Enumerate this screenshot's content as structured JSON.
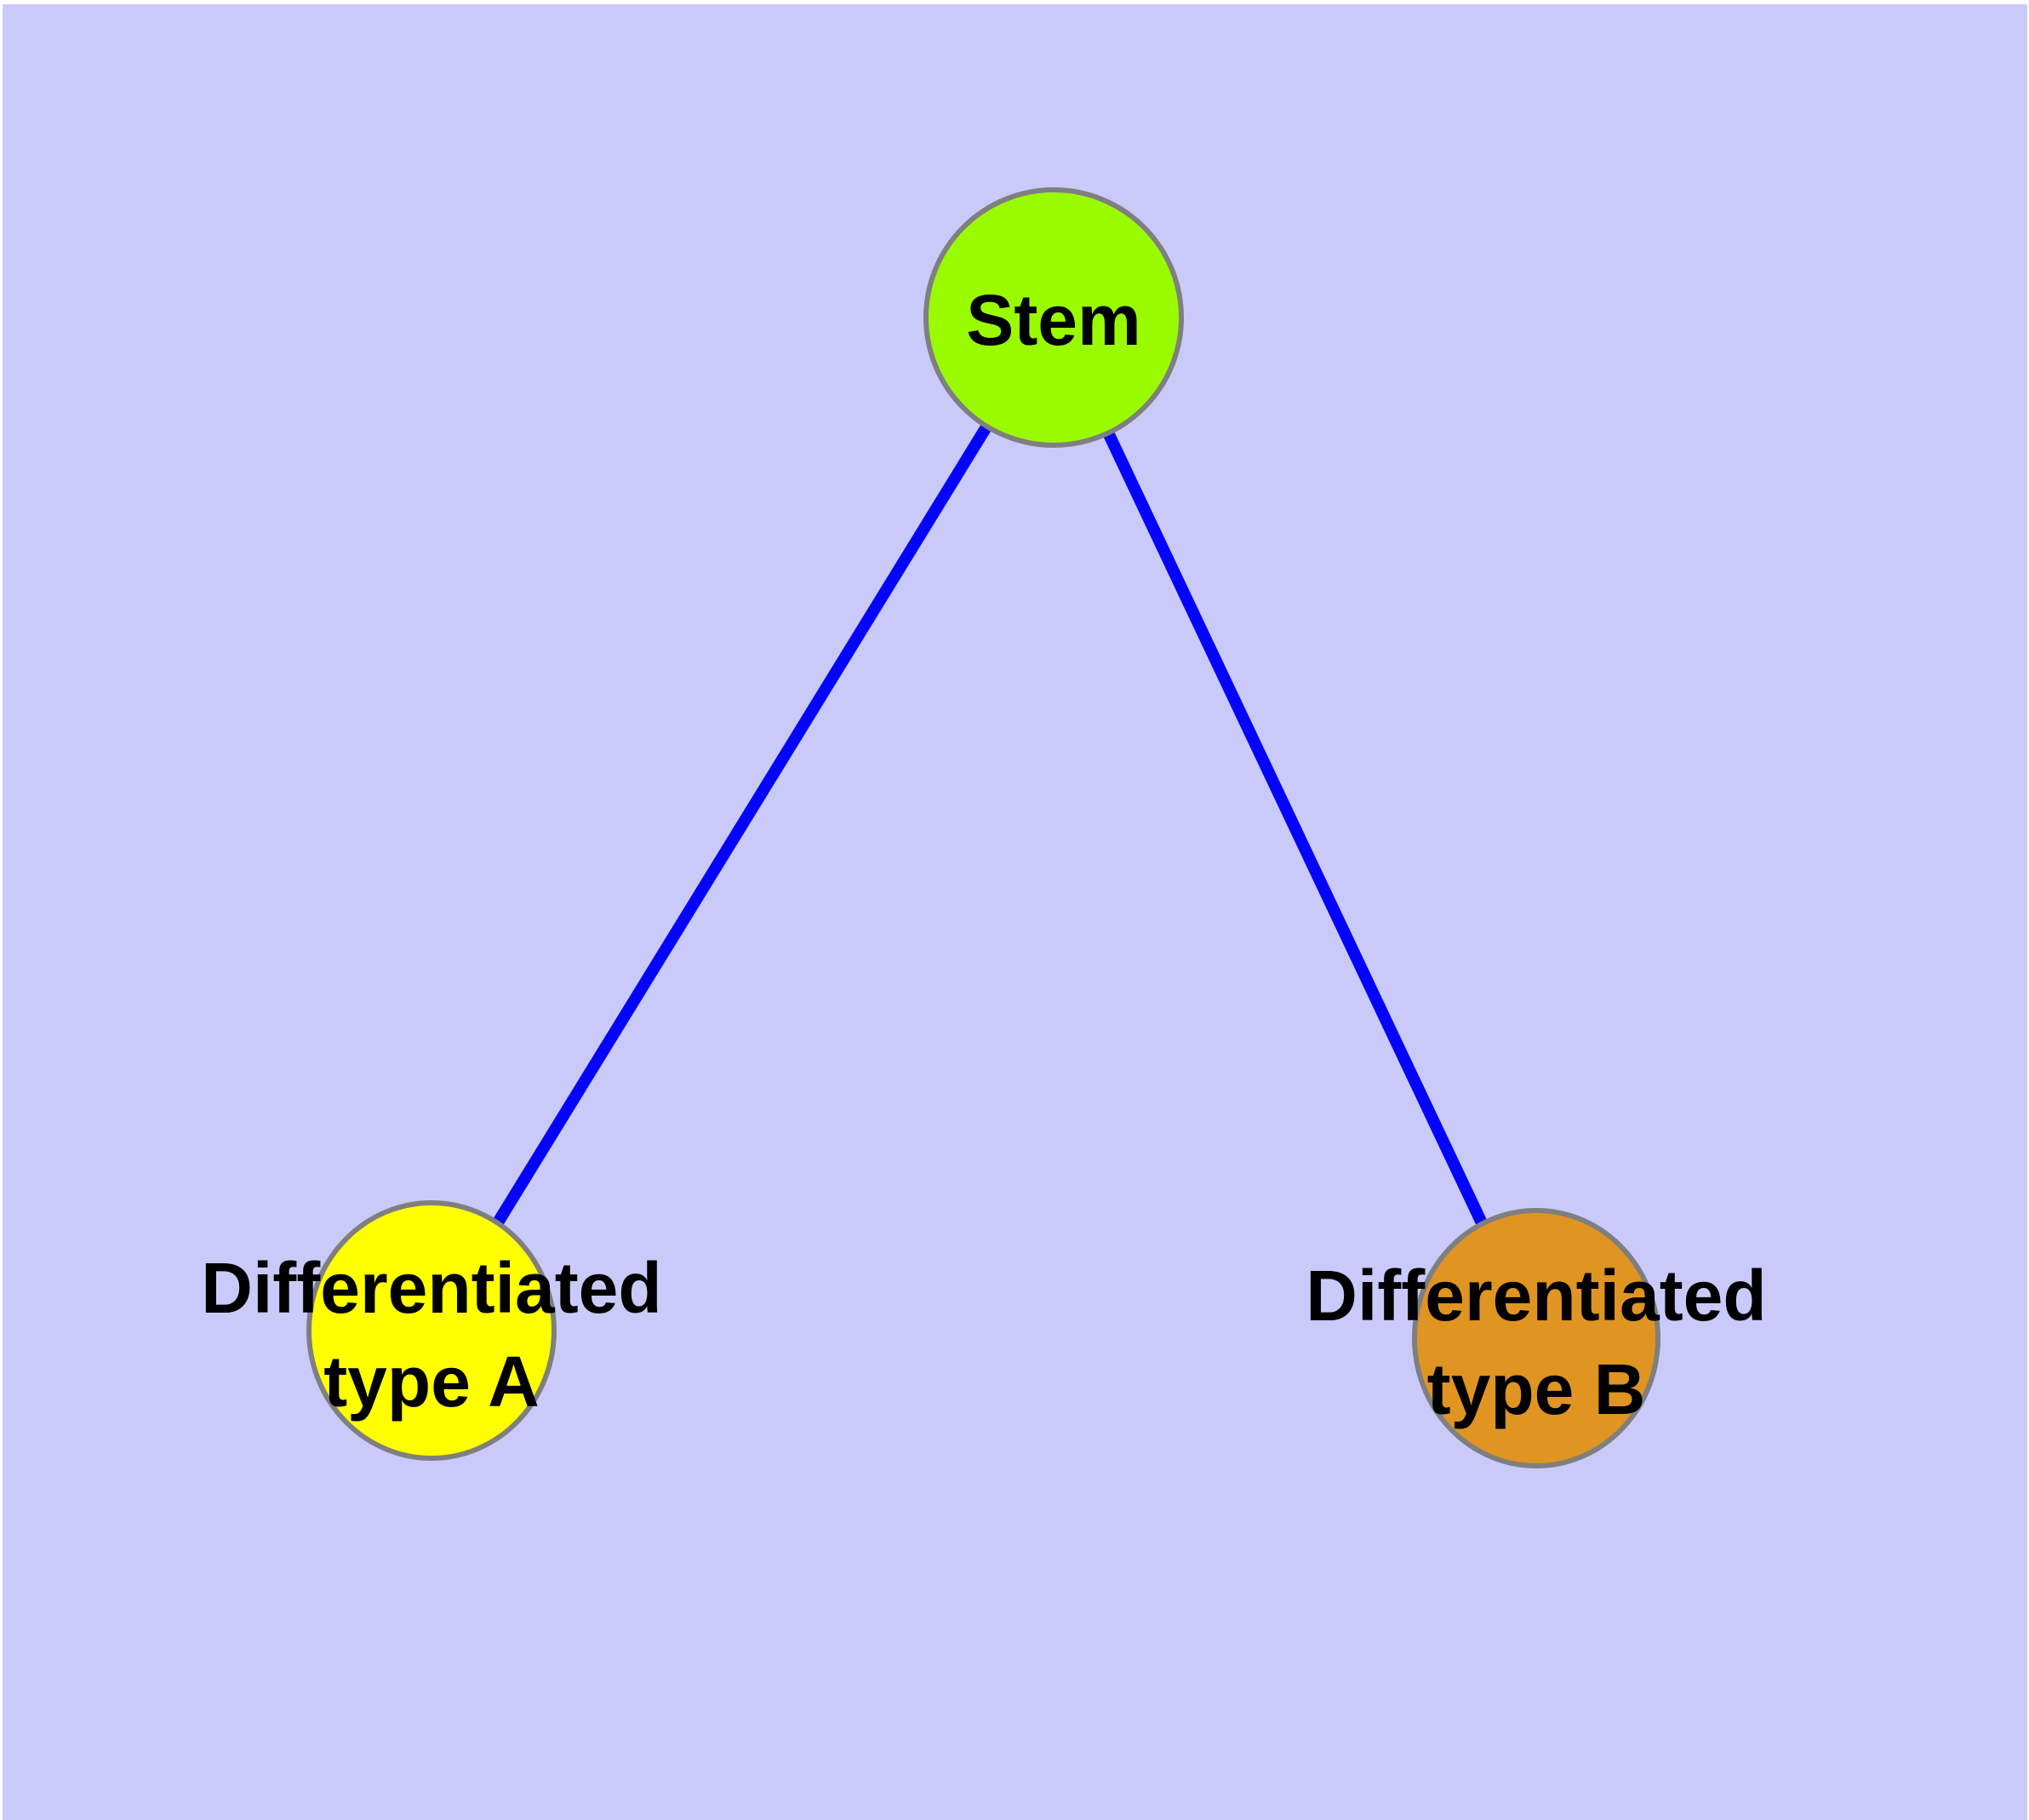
{
  "diagram": {
    "title": "",
    "background_color": "#CACAFA",
    "node_border_color": "#7F7F7F",
    "edge_color": "#0404FC",
    "label_color": "#000000",
    "nodes": [
      {
        "id": "stem",
        "label": "Stem",
        "line1": "Stem",
        "line2": "",
        "fill": "#9AFB00",
        "shape": "ellipse"
      },
      {
        "id": "differentiated-type-a",
        "label": "Differentiated type A",
        "line1": "Differentiated",
        "line2": "type A",
        "fill": "#FFFF00",
        "shape": "ellipse"
      },
      {
        "id": "differentiated-type-b",
        "label": "Differentiated type B",
        "line1": "Differentiated",
        "line2": "type B",
        "fill": "#E09422",
        "shape": "ellipse"
      }
    ],
    "edges": [
      {
        "from": "Stem",
        "to": "Differentiated type A",
        "color": "#0404FC",
        "arrowhead": "none"
      },
      {
        "from": "Stem",
        "to": "Differentiated type B",
        "color": "#0404FC",
        "arrowhead": "none"
      }
    ]
  }
}
